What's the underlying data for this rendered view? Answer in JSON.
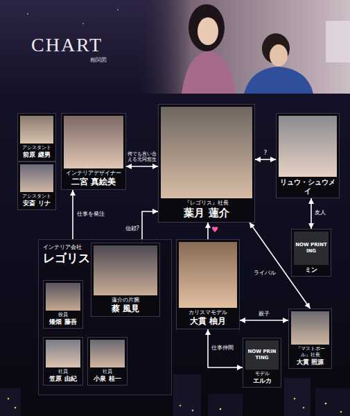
{
  "diagram": {
    "title": "CHART",
    "nodes": [
      {
        "text": [
          "アシスタント",
          "前原 継男"
        ]
      },
      {
        "text": [
          "アシスタント",
          "安斎 リナ"
        ]
      },
      {
        "text": [
          "インテリアデザイナー",
          "二宮 真絵美"
        ]
      },
      {
        "text": [
          "『レゴリス』社長",
          "葉月 蓮介"
        ]
      },
      {
        "text": [
          "リュウ・シュウメイ"
        ]
      },
      {
        "text": [
          "NOW PRINTING",
          "ミン"
        ]
      },
      {
        "text": [
          "インテリア会社",
          "レゴリス"
        ]
      },
      {
        "text": [
          "蓮介の片腕",
          "蔡 風見"
        ],
        "in": 6
      },
      {
        "text": [
          "役員",
          "矮畑 藤吾"
        ],
        "in": 6
      },
      {
        "text": [
          "社員",
          "笠原 由紀"
        ],
        "in": 6
      },
      {
        "text": [
          "社員",
          "小泉 桂一"
        ],
        "in": 6
      },
      {
        "text": [
          "カリスマモデル",
          "大貫 柚月"
        ]
      },
      {
        "text": [
          "『マストボール』社長",
          "大貫 照源"
        ]
      },
      {
        "text": [
          "NOW PRINTING",
          "モデル",
          "エルカ"
        ]
      }
    ],
    "edges": [
      {
        "from": 2,
        "to": 3,
        "label": "何でも言い合える元同窓生",
        "arrow": "both"
      },
      {
        "from": 3,
        "to": 4,
        "label": "?",
        "arrow": "both"
      },
      {
        "from": 4,
        "to": 5,
        "label": "友人",
        "arrow": "both"
      },
      {
        "from": 6,
        "to": 2,
        "label": "仕事を発注",
        "arrow": "to"
      },
      {
        "from": 7,
        "to": 3,
        "label": "信頼?",
        "arrow": "to"
      },
      {
        "from": 11,
        "to": 3,
        "label": "♥",
        "arrow": "to"
      },
      {
        "from": 3,
        "to": 12,
        "label": "ライバル",
        "arrow": "both"
      },
      {
        "from": 11,
        "to": 12,
        "label": "親子",
        "arrow": "both"
      },
      {
        "from": 11,
        "to": 13,
        "label": "仕事仲間",
        "arrow": "both"
      }
    ],
    "labels": [
      "相関図"
    ]
  }
}
